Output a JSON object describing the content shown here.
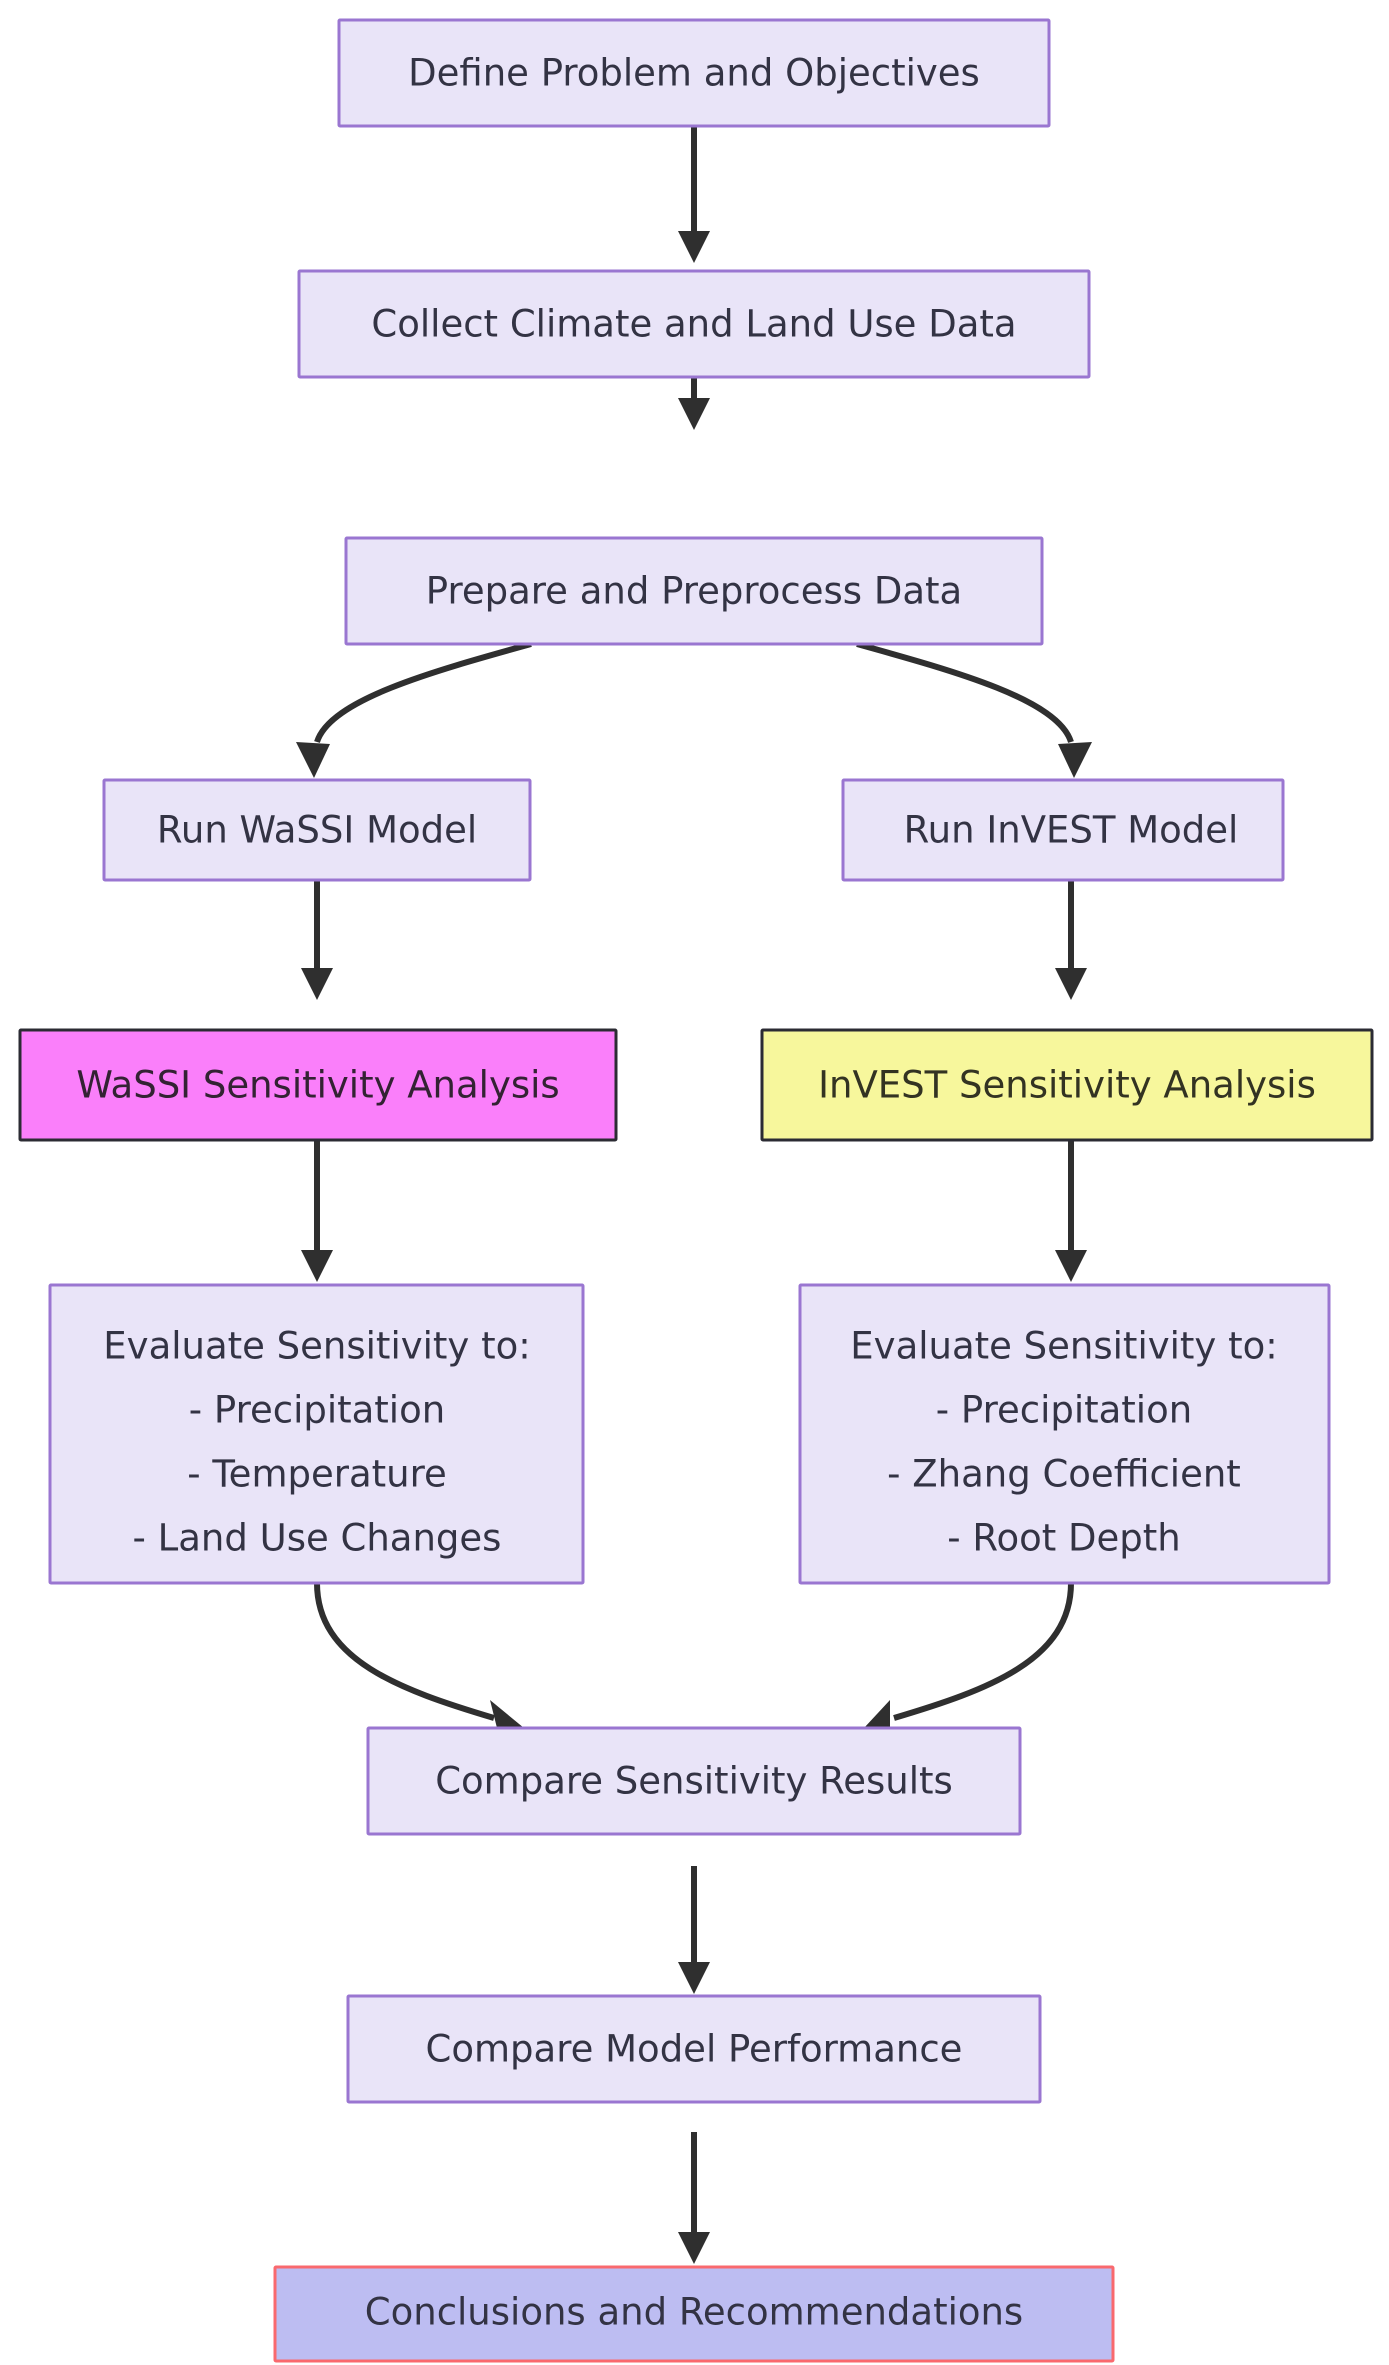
{
  "diagram": {
    "type": "flowchart",
    "direction": "top-to-bottom",
    "background_color": "#ffffff",
    "default_node": {
      "fill": "#e9e4f8",
      "stroke": "#9a76d1",
      "text_color": "#333344"
    },
    "edge_color": "#2f2f2f",
    "nodes": [
      {
        "id": "define",
        "label": "Define Problem and Objectives",
        "lines": [
          "Define Problem and Objectives"
        ],
        "fill": "#e9e4f8",
        "stroke": "#9a76d1",
        "text_color": "#333344",
        "style": "default"
      },
      {
        "id": "collect",
        "label": "Collect Climate and Land Use Data",
        "lines": [
          "Collect Climate and Land Use Data"
        ],
        "fill": "#e9e4f8",
        "stroke": "#9a76d1",
        "text_color": "#333344",
        "style": "default"
      },
      {
        "id": "prepare",
        "label": "Prepare and Preprocess Data",
        "lines": [
          "Prepare and Preprocess Data"
        ],
        "fill": "#e9e4f8",
        "stroke": "#9a76d1",
        "text_color": "#333344",
        "style": "default"
      },
      {
        "id": "run-wassi",
        "label": "Run WaSSI Model",
        "lines": [
          "Run WaSSI Model"
        ],
        "fill": "#e9e4f8",
        "stroke": "#9a76d1",
        "text_color": "#333344",
        "style": "default"
      },
      {
        "id": "run-invest",
        "label": "Run InVEST Model",
        "lines": [
          "Run InVEST Model"
        ],
        "fill": "#e9e4f8",
        "stroke": "#9a76d1",
        "text_color": "#333344",
        "style": "default"
      },
      {
        "id": "wassi-sensitivity",
        "label": "WaSSI Sensitivity Analysis",
        "lines": [
          "WaSSI Sensitivity Analysis"
        ],
        "fill": "#fa7ffa",
        "stroke": "#2b2b33",
        "text_color": "#332233",
        "style": "highlight-magenta"
      },
      {
        "id": "invest-sensitivity",
        "label": "InVEST Sensitivity Analysis",
        "lines": [
          "InVEST Sensitivity Analysis"
        ],
        "fill": "#f7f79c",
        "stroke": "#2b2b33",
        "text_color": "#333322",
        "style": "highlight-yellow"
      },
      {
        "id": "evaluate-wassi",
        "label": "Evaluate Sensitivity to: - Precipitation - Temperature - Land Use Changes",
        "lines": [
          "Evaluate Sensitivity to:",
          "- Precipitation",
          "- Temperature",
          "- Land Use Changes"
        ],
        "fill": "#e9e4f8",
        "stroke": "#9a76d1",
        "text_color": "#333344",
        "style": "default"
      },
      {
        "id": "evaluate-invest",
        "label": "Evaluate Sensitivity to: - Precipitation - Zhang Coefficient - Root Depth",
        "lines": [
          "Evaluate Sensitivity to:",
          "- Precipitation",
          "- Zhang Coefficient",
          "- Root Depth"
        ],
        "fill": "#e9e4f8",
        "stroke": "#9a76d1",
        "text_color": "#333344",
        "style": "default"
      },
      {
        "id": "compare-sensitivity",
        "label": "Compare Sensitivity Results",
        "lines": [
          "Compare Sensitivity Results"
        ],
        "fill": "#e9e4f8",
        "stroke": "#9a76d1",
        "text_color": "#333344",
        "style": "default"
      },
      {
        "id": "compare-performance",
        "label": "Compare Model Performance",
        "lines": [
          "Compare Model Performance"
        ],
        "fill": "#e9e4f8",
        "stroke": "#9a76d1",
        "text_color": "#333344",
        "style": "default"
      },
      {
        "id": "conclusions",
        "label": "Conclusions and Recommendations",
        "lines": [
          "Conclusions and Recommendations"
        ],
        "fill": "#bdbdf2",
        "stroke": "#f9696e",
        "text_color": "#333344",
        "style": "highlight-red-border"
      }
    ],
    "edges": [
      {
        "from": "define",
        "to": "collect",
        "shape": "straight"
      },
      {
        "from": "collect",
        "to": "prepare",
        "shape": "straight"
      },
      {
        "from": "prepare",
        "to": "run-wassi",
        "shape": "curve-left"
      },
      {
        "from": "prepare",
        "to": "run-invest",
        "shape": "curve-right"
      },
      {
        "from": "run-wassi",
        "to": "wassi-sensitivity",
        "shape": "straight"
      },
      {
        "from": "run-invest",
        "to": "invest-sensitivity",
        "shape": "straight"
      },
      {
        "from": "wassi-sensitivity",
        "to": "evaluate-wassi",
        "shape": "straight"
      },
      {
        "from": "invest-sensitivity",
        "to": "evaluate-invest",
        "shape": "straight"
      },
      {
        "from": "evaluate-wassi",
        "to": "compare-sensitivity",
        "shape": "curve-right"
      },
      {
        "from": "evaluate-invest",
        "to": "compare-sensitivity",
        "shape": "curve-left"
      },
      {
        "from": "compare-sensitivity",
        "to": "compare-performance",
        "shape": "straight"
      },
      {
        "from": "compare-performance",
        "to": "conclusions",
        "shape": "straight"
      }
    ]
  }
}
